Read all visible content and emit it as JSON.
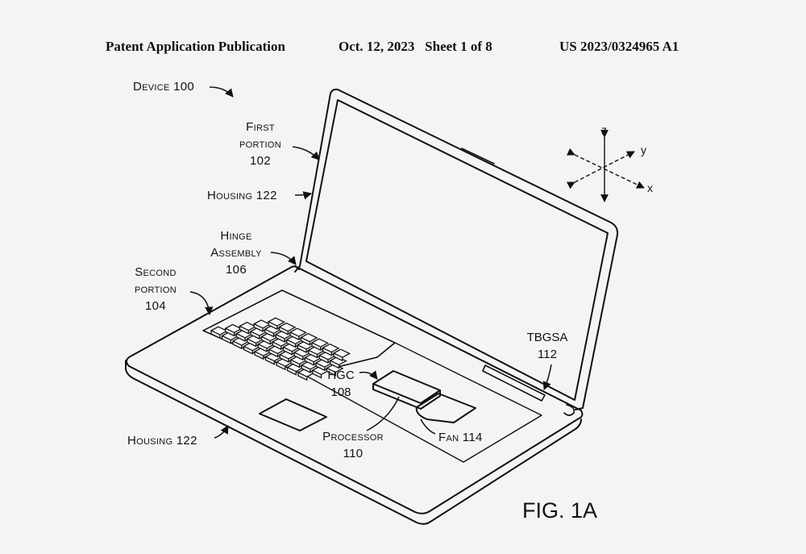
{
  "header": {
    "publication": "Patent Application Publication",
    "date_sheet": "Oct. 12, 2023   Sheet 1 of 8",
    "number": "US 2023/0324965 A1"
  },
  "labels": {
    "device": "Device 100",
    "first_portion": [
      "First",
      "portion",
      "102"
    ],
    "housing_top": "Housing 122",
    "hinge_assembly": [
      "Hinge",
      "Assembly",
      "106"
    ],
    "second_portion": [
      "Second",
      "portion",
      "104"
    ],
    "hgc": [
      "HGC",
      "108"
    ],
    "processor": [
      "Processor",
      "110"
    ],
    "fan": "Fan 114",
    "tbgsa": [
      "TBGSA",
      "112"
    ],
    "housing_bottom": "Housing 122"
  },
  "axes": {
    "z": "z",
    "y": "y",
    "x": "x"
  },
  "figure_label": "FIG. 1A"
}
